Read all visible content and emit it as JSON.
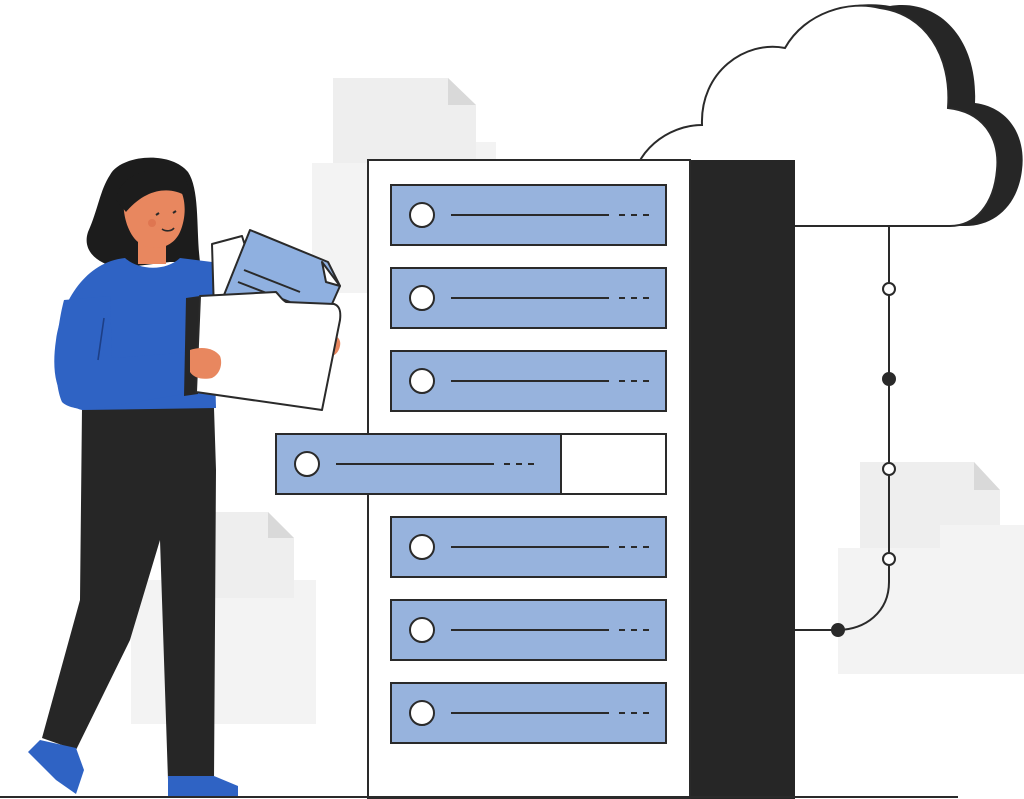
{
  "illustration": {
    "subject": "person-with-folder",
    "server_rack": {
      "slots": [
        {
          "state": "in-place"
        },
        {
          "state": "in-place"
        },
        {
          "state": "in-place"
        },
        {
          "state": "pulled-out"
        },
        {
          "state": "in-place"
        },
        {
          "state": "in-place"
        },
        {
          "state": "in-place"
        }
      ]
    },
    "connection_nodes": [
      {
        "fill": "hollow"
      },
      {
        "fill": "solid"
      },
      {
        "fill": "hollow"
      },
      {
        "fill": "hollow"
      },
      {
        "fill": "solid"
      }
    ]
  },
  "colors": {
    "outline": "#2a2a2a",
    "rack_side": "#262626",
    "slot_fill": "#97b3dd",
    "slot_empty": "#ffffff",
    "cloud_fill": "#ffffff",
    "cloud_shadow": "#262626",
    "ghost_doc": "#eeeeee",
    "ghost_doc_fold": "#d9d9d9",
    "shirt": "#2f63c4",
    "pants": "#262626",
    "skin": "#e8875f",
    "hair": "#1c1c1c",
    "shoes": "#2f63c4",
    "folder": "#ffffff",
    "paper": "#ffffff",
    "paper_blue": "#8fb0e0"
  }
}
